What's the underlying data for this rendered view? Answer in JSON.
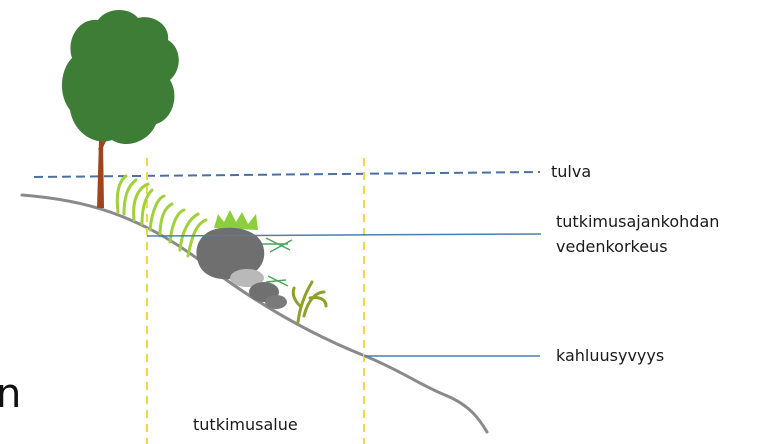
{
  "labels": {
    "flood": "tulva",
    "water_level_line1": "tutkimusajankohdan",
    "water_level_line2": "vedenkorkeus",
    "wading_depth": "kahluusyvyys",
    "study_area": "tutkimusalue"
  },
  "edge_glyph": "n",
  "colors": {
    "flood_line": "#4a6fa5",
    "water_line": "#4a7fb0",
    "study_bounds": "#f0d64a",
    "ground": "#8a8a8a",
    "tree_foliage": "#3e7d36",
    "tree_trunk": "#a0441f",
    "reed": "#9fd13a",
    "boulder": "#6f6f6f",
    "pebble": "#b9b9b9",
    "moss": "#8ccf3c",
    "aquatic_plant": "#8f9f2a"
  }
}
